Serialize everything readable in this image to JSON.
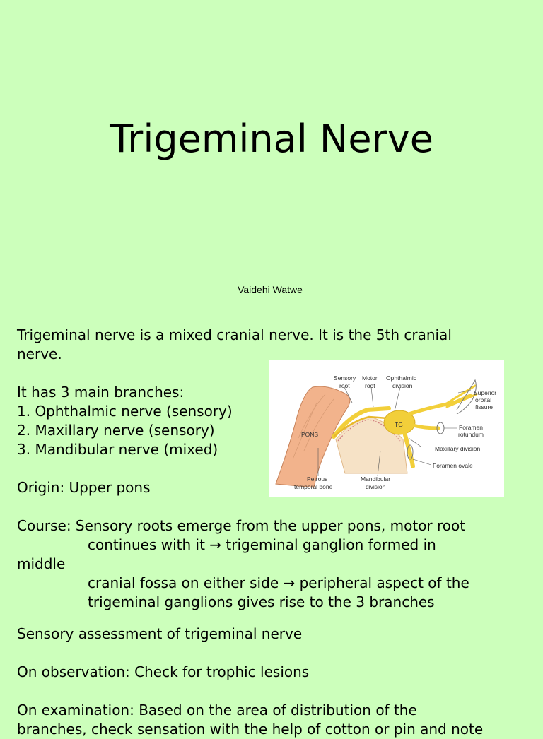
{
  "title": "Trigeminal Nerve",
  "author": "Vaidehi Watwe",
  "body": {
    "intro_1": "Trigeminal nerve is a mixed cranial nerve. It is the 5th cranial",
    "intro_2": "nerve.",
    "branches_heading": "It has 3 main branches:",
    "branch_1": "1. Ophthalmic nerve (sensory)",
    "branch_2": "2. Maxillary nerve (sensory)",
    "branch_3": "3. Mandibular nerve (mixed)",
    "origin": "Origin: Upper pons",
    "course_1": "Course: Sensory roots emerge from the upper pons, motor root",
    "course_2": "continues with it → trigeminal ganglion formed in",
    "course_3": "middle",
    "course_4": "cranial fossa on either side → peripheral aspect of the",
    "course_5": "trigeminal ganglions gives rise to the 3 branches",
    "sensory_heading": "Sensory assessment of trigeminal nerve",
    "observation": "On observation: Check for trophic lesions",
    "examination_1": "On examination: Based on the area of distribution of the",
    "examination_2": "branches, check sensation with the help of cotton or pin and note"
  },
  "diagram": {
    "labels": {
      "sensory_root_1": "Sensory",
      "sensory_root_2": "root",
      "motor_root_1": "Motor",
      "motor_root_2": "root",
      "ophthalmic_1": "Ophthalmic",
      "ophthalmic_2": "division",
      "sup_orbital_1": "Superior",
      "sup_orbital_2": "orbital",
      "sup_orbital_3": "fissure",
      "pons": "PONS",
      "tg": "TG",
      "foramen_rotundum_1": "Foramen",
      "foramen_rotundum_2": "rotundum",
      "maxillary": "Maxillary division",
      "foramen_ovale": "Foramen ovale",
      "petrous_1": "Petrous",
      "petrous_2": "temporal bone",
      "mandibular_1": "Mandibular",
      "mandibular_2": "division"
    },
    "colors": {
      "nerve": "#f2cf3a",
      "pons": "#f2b38c",
      "bone": "#f6e2c6",
      "background": "#ffffff"
    }
  }
}
